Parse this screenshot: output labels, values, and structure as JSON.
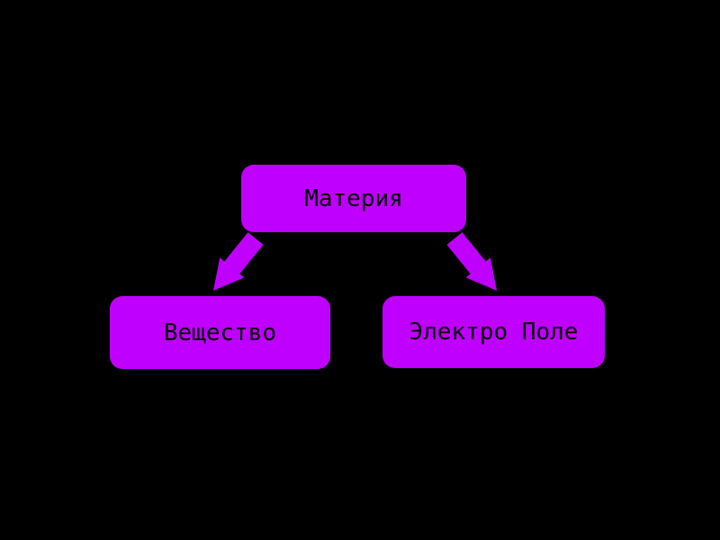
{
  "diagram": {
    "nodes": {
      "root": {
        "label": "Материя"
      },
      "left": {
        "label": "Вещество"
      },
      "right": {
        "label": "Электро Поле"
      }
    },
    "edges": [
      {
        "from": "Материя",
        "to": "Вещество"
      },
      {
        "from": "Материя",
        "to": "Электро Поле"
      }
    ],
    "colors": {
      "background": "#000000",
      "shape_fill": "#BF00FF",
      "label_text": "#000000"
    }
  }
}
